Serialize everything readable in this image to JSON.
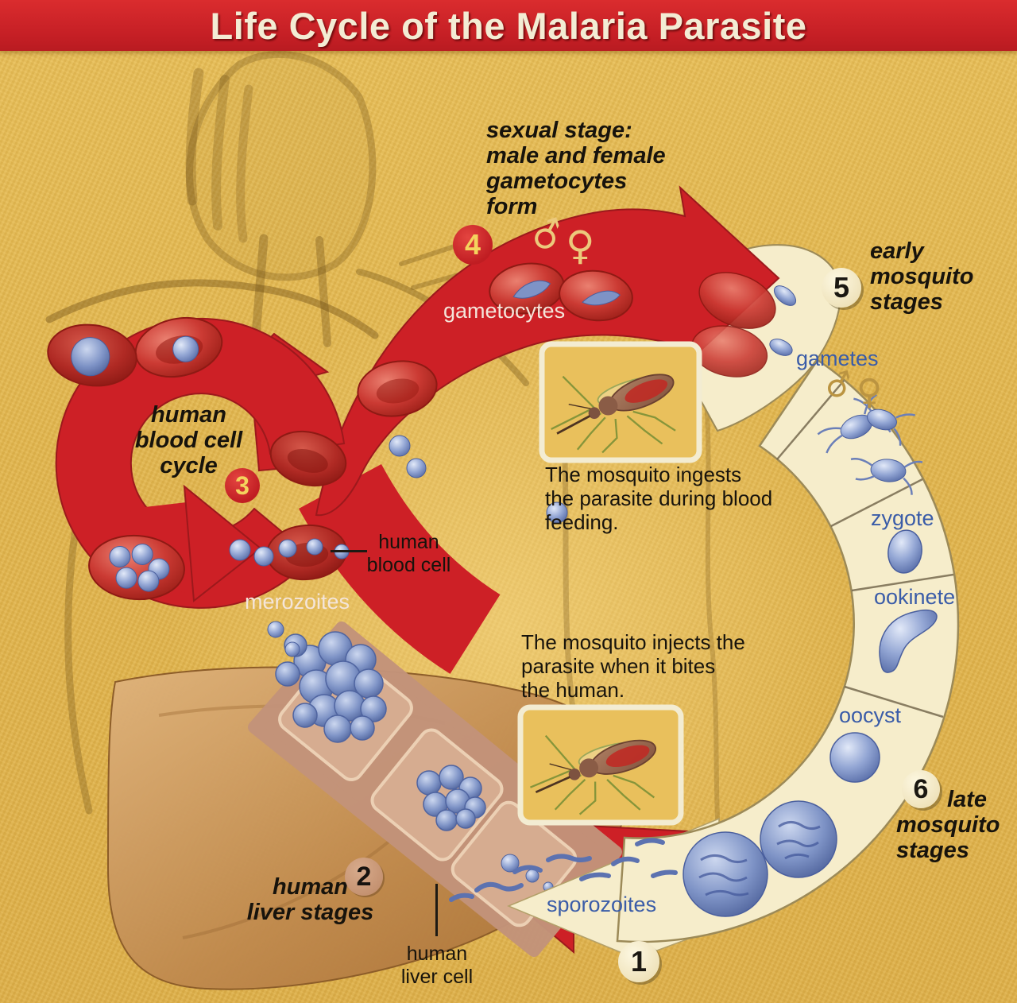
{
  "title": "Life Cycle of the Malaria Parasite",
  "colors": {
    "background_gold": "#e2b64e",
    "title_red": "#c51f25",
    "arrow_red": "#cd2026",
    "cream_band": "#f6edcb",
    "parasite_blue": "#7e93c6",
    "label_blue": "#3a5ca8",
    "liver_tan": "#c08a4e",
    "liver_cell_tan": "#d6ac90",
    "number_yellow": "#f4d35e"
  },
  "stages": {
    "s1": {
      "num": "1"
    },
    "s2": {
      "num": "2",
      "label": "human\nliver stages"
    },
    "s3": {
      "num": "3",
      "label": "human\nblood cell\ncycle"
    },
    "s4": {
      "num": "4",
      "label": "sexual stage:\nmale and female\ngametocytes\nform"
    },
    "s5": {
      "num": "5",
      "label": "early\nmosquito\nstages"
    },
    "s6": {
      "num": "6",
      "label_line1": "late",
      "label_rest": "mosquito\nstages"
    }
  },
  "labels": {
    "gametocytes": "gametocytes",
    "gametes": "gametes",
    "zygote": "zygote",
    "ookinete": "ookinete",
    "oocyst": "oocyst",
    "sporozoites": "sporozoites",
    "merozoites": "merozoites",
    "human_blood_cell": "human\nblood cell",
    "human_liver_cell": "human\nliver cell"
  },
  "captions": {
    "mosquito_ingests": "The mosquito ingests\nthe parasite during blood\nfeeding.",
    "mosquito_injects": "The mosquito injects the\nparasite when it bites\nthe human."
  },
  "symbols": {
    "male": "♂",
    "female": "♀"
  }
}
